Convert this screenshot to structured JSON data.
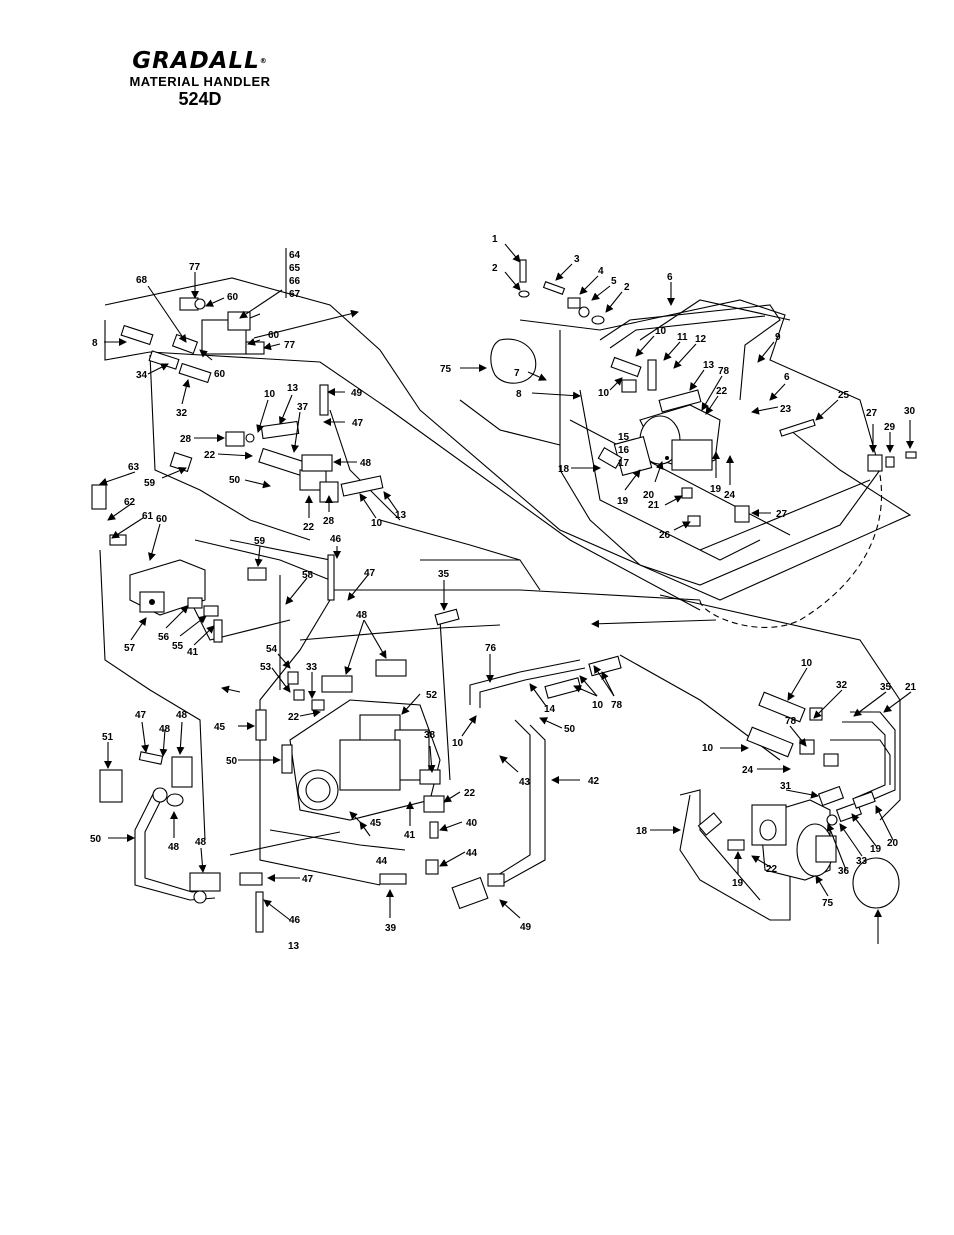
{
  "header": {
    "brand": "GRADALL",
    "registered": "®",
    "subtitle": "MATERIAL HANDLER",
    "model": "524D"
  },
  "callouts": [
    "1",
    "2",
    "3",
    "4",
    "5",
    "2",
    "6",
    "75",
    "7",
    "10",
    "11",
    "12",
    "8",
    "13",
    "78",
    "9",
    "6",
    "10",
    "22",
    "23",
    "25",
    "15",
    "16",
    "17",
    "18",
    "19",
    "20",
    "19",
    "24",
    "27",
    "29",
    "30",
    "21",
    "27",
    "26",
    "77",
    "60",
    "64",
    "65",
    "66",
    "67",
    "68",
    "8",
    "60",
    "77",
    "34",
    "60",
    "32",
    "49",
    "10",
    "13",
    "47",
    "28",
    "22",
    "37",
    "48",
    "50",
    "22",
    "28",
    "10",
    "13",
    "63",
    "59",
    "62",
    "61",
    "60",
    "59",
    "46",
    "58",
    "47",
    "57",
    "56",
    "55",
    "41",
    "35",
    "48",
    "54",
    "53",
    "33",
    "22",
    "52",
    "76",
    "78",
    "14",
    "10",
    "10",
    "50",
    "43",
    "38",
    "42",
    "22",
    "41",
    "40",
    "44",
    "45",
    "50",
    "45",
    "44",
    "39",
    "49",
    "47",
    "48",
    "48",
    "51",
    "50",
    "48",
    "48",
    "47",
    "46",
    "13",
    "10",
    "32",
    "35",
    "21",
    "78",
    "10",
    "24",
    "31",
    "18",
    "19",
    "22",
    "33",
    "19",
    "36",
    "20",
    "75"
  ]
}
